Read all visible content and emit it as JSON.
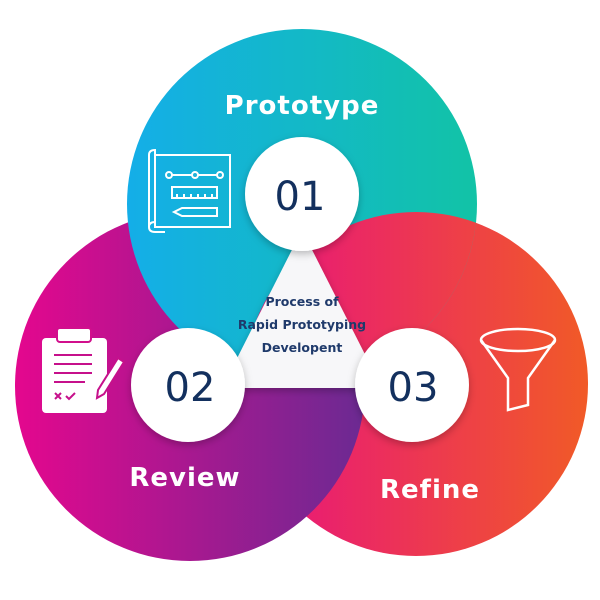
{
  "center_text": [
    "Process of",
    "Rapid Prototyping",
    "Developent"
  ],
  "steps": [
    {
      "number": "01",
      "label": "Prototype",
      "icon": "blueprint-icon",
      "colors": [
        "#14aee8",
        "#12c3a6"
      ]
    },
    {
      "number": "02",
      "label": "Review",
      "icon": "clipboard-checklist-icon",
      "colors": [
        "#e4078e",
        "#6b2a92"
      ]
    },
    {
      "number": "03",
      "label": "Refine",
      "icon": "funnel-icon",
      "colors": [
        "#e8127f",
        "#f15a27"
      ]
    }
  ]
}
